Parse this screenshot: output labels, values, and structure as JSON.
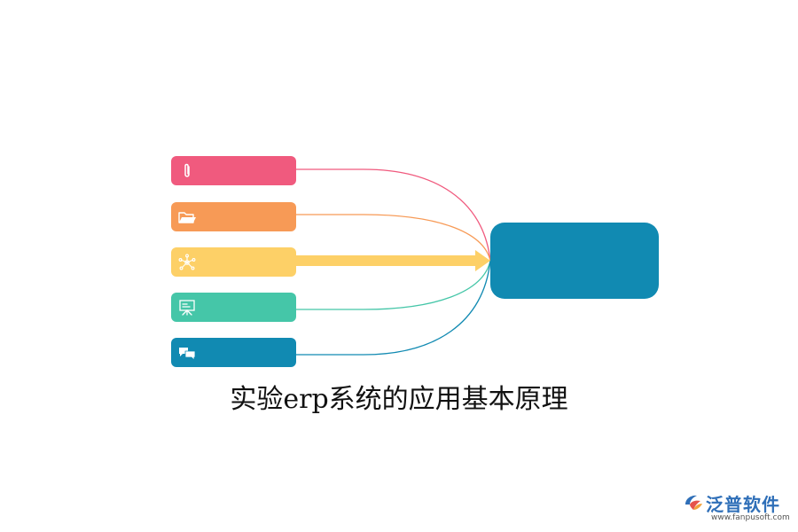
{
  "diagram": {
    "title": "实验erp系统的应用基本原理",
    "items": [
      {
        "icon": "paperclip-icon",
        "color": "#f05a7e"
      },
      {
        "icon": "folder-icon",
        "color": "#f79a56"
      },
      {
        "icon": "network-icon",
        "color": "#fdd067"
      },
      {
        "icon": "presentation-board-icon",
        "color": "#45c6a8"
      },
      {
        "icon": "chat-bubbles-icon",
        "color": "#118ab2"
      }
    ],
    "hub": {
      "color": "#118ab2"
    },
    "arrow_color": "#fdd067"
  },
  "watermark": {
    "brand": "泛普软件",
    "url": "www.fanpusoft.com",
    "brand_color": "#2f6fb8"
  }
}
